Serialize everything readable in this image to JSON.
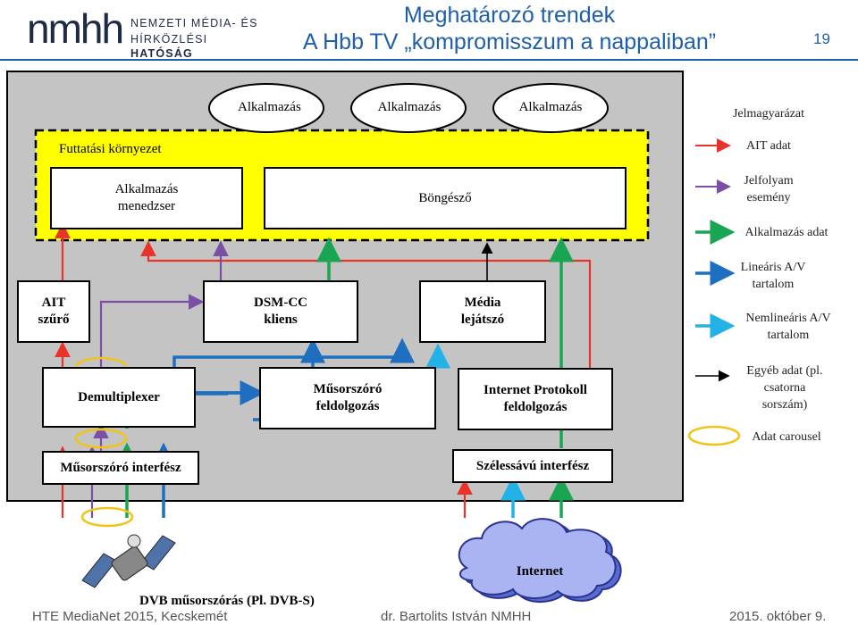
{
  "header": {
    "logo_letters": "nmhh",
    "logo_line1": "NEMZETI MÉDIA- ÉS",
    "logo_line2_a": "HÍRKÖZLÉSI",
    "logo_line2_b": "HATÓSÁG",
    "title_line1": "Meghatározó trendek",
    "title_line2": "A Hbb TV „kompromisszum a nappaliban”",
    "page_number": "19"
  },
  "diagram": {
    "apps": [
      "Alkalmazás",
      "Alkalmazás",
      "Alkalmazás"
    ],
    "runtime_label": "Futtatási környezet",
    "app_manager": [
      "Alkalmazás",
      "menedzser"
    ],
    "browser": "Böngésző",
    "ait_filter": [
      "AIT",
      "szűrő"
    ],
    "dsmcc": [
      "DSM-CC",
      "kliens"
    ],
    "media_player": [
      "Média",
      "lejátszó"
    ],
    "demux": "Demultiplexer",
    "broadcast_proc": [
      "Műsorszóró",
      "feldolgozás"
    ],
    "ip_proc": [
      "Internet Protokoll",
      "feldolgozás"
    ],
    "broadcast_if": "Műsorszóró interfész",
    "broadband_if": "Szélessávú interfész",
    "internet": "Internet",
    "dvb_label": "DVB műsorszórás (Pl. DVB-S)"
  },
  "legend": {
    "title": "Jelmagyarázat",
    "items": [
      {
        "lines": [
          "AIT adat"
        ],
        "color": "#e8332a"
      },
      {
        "lines": [
          "Jelfolyam",
          "esemény"
        ],
        "color": "#7b4fa6"
      },
      {
        "lines": [
          "Alkalmazás adat"
        ],
        "color": "#1aa552"
      },
      {
        "lines": [
          "Lineáris A/V",
          "tartalom"
        ],
        "color": "#1f6fc0"
      },
      {
        "lines": [
          "Nemlineáris A/V",
          "tartalom"
        ],
        "color": "#22b2e6"
      },
      {
        "lines": [
          "Egyéb adat (pl.",
          "csatorna",
          "sorszám)"
        ],
        "color": "#000000"
      },
      {
        "lines": [
          "Adat carousel"
        ],
        "color": "#f0c419"
      }
    ]
  },
  "footer": {
    "left": "HTE MediaNet 2015, Kecskemét",
    "center": "dr. Bartolits István NMHH",
    "right": "2015. október 9."
  }
}
